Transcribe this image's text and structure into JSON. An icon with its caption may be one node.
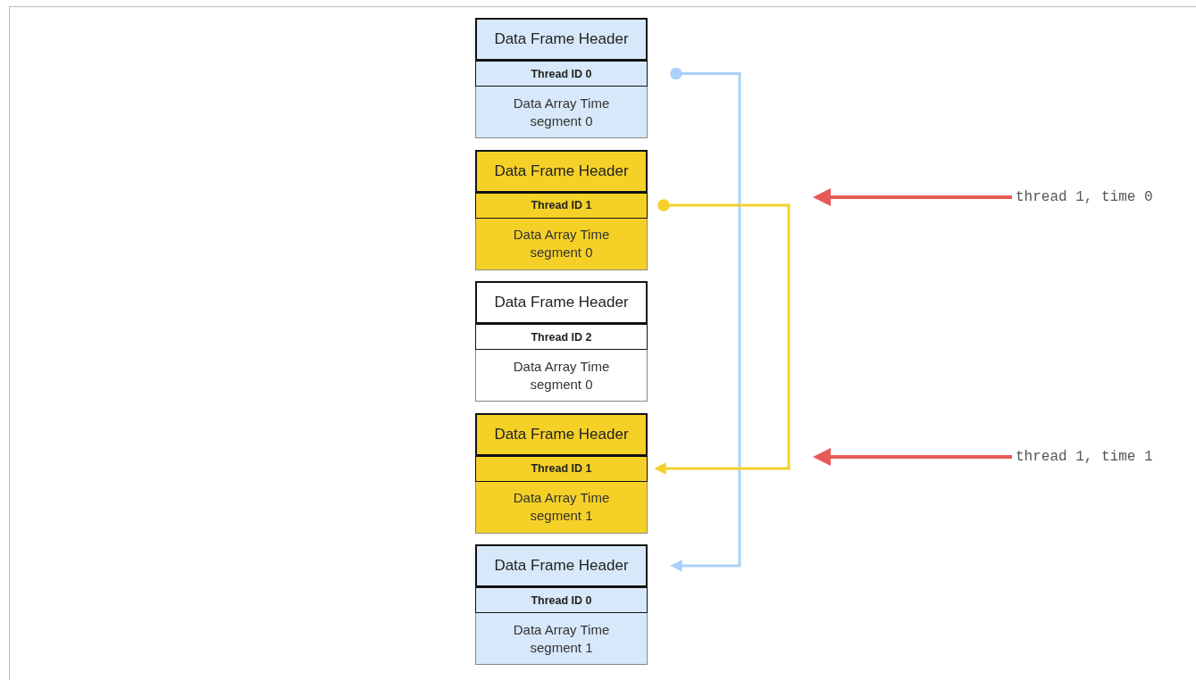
{
  "diagram": {
    "nodes": [
      {
        "text": [
          "Data Frame Header"
        ]
      },
      {
        "text": [
          "Thread ID 0"
        ]
      },
      {
        "text": [
          "Data Array Time segment 0"
        ]
      },
      {
        "text": [
          "Data Frame Header"
        ]
      },
      {
        "text": [
          "Thread ID 1"
        ]
      },
      {
        "text": [
          "Data Array Time segment 0"
        ]
      },
      {
        "text": [
          "Data Frame Header"
        ]
      },
      {
        "text": [
          "Thread ID 2"
        ]
      },
      {
        "text": [
          "Data Array Time segment 0"
        ]
      },
      {
        "text": [
          "Data Frame Header"
        ]
      },
      {
        "text": [
          "Thread ID 1"
        ]
      },
      {
        "text": [
          "Data Array Time segment 1"
        ]
      },
      {
        "text": [
          "Data Frame Header"
        ]
      },
      {
        "text": [
          "Thread ID 0"
        ]
      },
      {
        "text": [
          "Data Array Time segment 1"
        ]
      },
      {
        "text": [
          "thread 1, time 0"
        ]
      },
      {
        "text": [
          "thread 1, time 1"
        ]
      }
    ],
    "edges": [
      {
        "from": 1,
        "to": 12,
        "arrow": "to",
        "color": "#a9d1fa"
      },
      {
        "from": 4,
        "to": 10,
        "arrow": "to",
        "color": "#f5cf2a"
      },
      {
        "from": 15,
        "to": null,
        "arrow": "to",
        "color": "#e85a55"
      },
      {
        "from": 16,
        "to": null,
        "arrow": "to",
        "color": "#e85a55"
      }
    ]
  }
}
